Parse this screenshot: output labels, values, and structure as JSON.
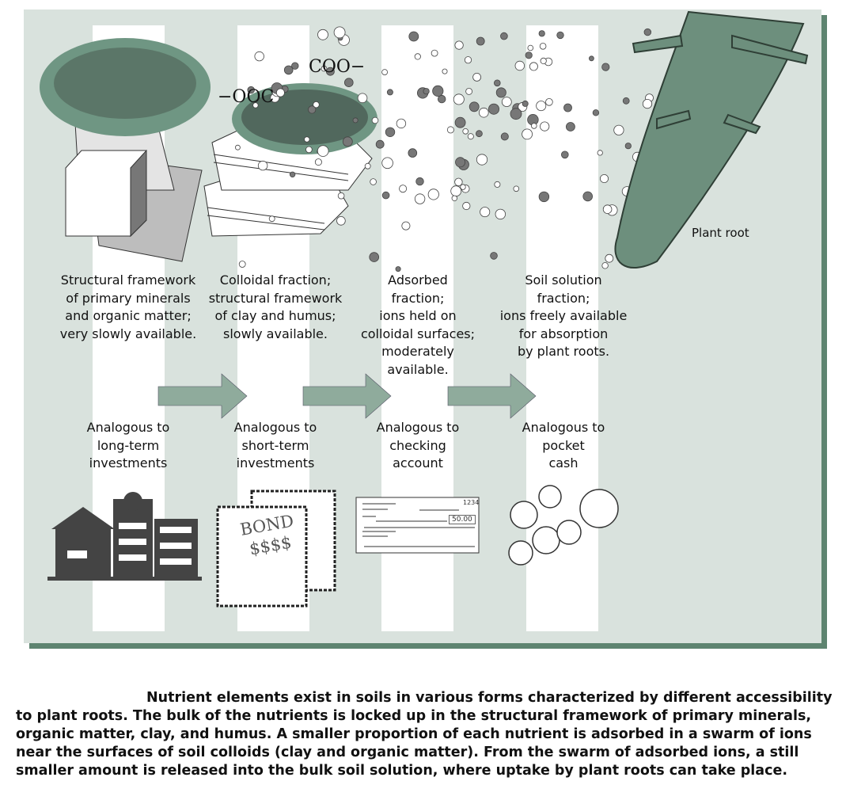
{
  "colors": {
    "panel": "#d9e2dd",
    "shadow": "#5e8470",
    "arrow": "#8fab9c",
    "foliage": "#6f9683",
    "root": "#6d8f7d"
  },
  "chem_labels": [
    "COO−",
    "−OOC"
  ],
  "plant_root_label": "Plant root",
  "fractions": [
    {
      "lines": [
        "Structural framework",
        "of primary minerals",
        "and organic matter;",
        "very slowly available."
      ],
      "analogy": [
        "Analogous to",
        "long-term",
        "investments"
      ]
    },
    {
      "lines": [
        "Colloidal fraction;",
        "structural framework",
        "of clay and humus;",
        "slowly available."
      ],
      "analogy": [
        "Analogous to",
        "short-term",
        "investments"
      ]
    },
    {
      "lines": [
        "Adsorbed",
        "fraction;",
        "ions held on",
        "colloidal surfaces;",
        "moderately",
        "available."
      ],
      "analogy": [
        "Analogous to",
        "checking",
        "account"
      ]
    },
    {
      "lines": [
        "Soil solution",
        "fraction;",
        "ions freely available",
        "for absorption",
        "by plant roots."
      ],
      "analogy": [
        "Analogous to",
        "pocket",
        "cash"
      ]
    }
  ],
  "bond_text": [
    "BOND",
    "$$$$"
  ],
  "check": {
    "number": "1234",
    "amount": "50.00"
  },
  "caption": "Nutrient elements exist in soils in various forms characterized by different accessibility to plant roots. The bulk of the nutrients is locked up in the structural framework of primary minerals, organic matter, clay, and humus. A smaller proportion of each nutrient is adsorbed in a swarm of ions near the surfaces of soil colloids (clay and organic matter). From the swarm of adsorbed ions, a still smaller amount is released into the bulk soil solution, where uptake by plant roots can take place."
}
